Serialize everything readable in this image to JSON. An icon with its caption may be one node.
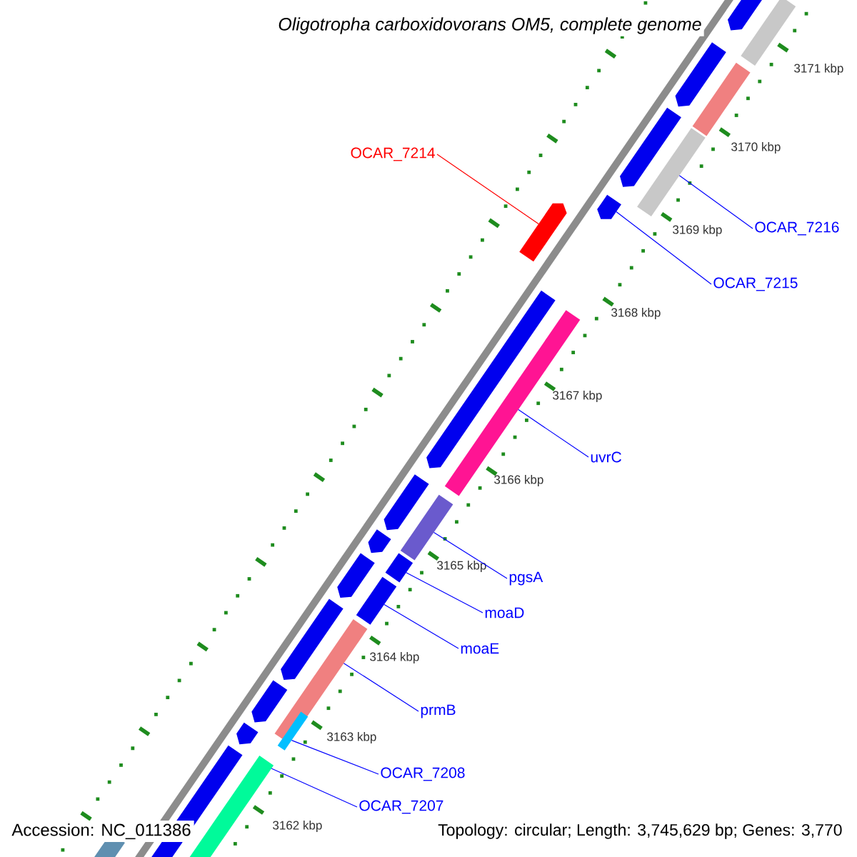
{
  "diagram": {
    "title": "Oligotropha carboxidovorans OM5, complete genome",
    "nodes": [
      {
        "text": [
          "OCAR_7214"
        ]
      },
      {
        "text": [],
        "shape": "arrow"
      },
      {
        "text": [
          "OCAR_7216"
        ]
      },
      {
        "text": [],
        "shape": "bar"
      },
      {
        "text": [
          "OCAR_7215"
        ]
      },
      {
        "text": [],
        "shape": "arrow"
      },
      {
        "text": [
          "uvrC"
        ]
      },
      {
        "text": [],
        "shape": "bar"
      },
      {
        "text": [
          "pgsA"
        ]
      },
      {
        "text": [],
        "shape": "bar"
      },
      {
        "text": [
          "moaD"
        ]
      },
      {
        "text": [],
        "shape": "bar"
      },
      {
        "text": [
          "moaE"
        ]
      },
      {
        "text": [],
        "shape": "bar"
      },
      {
        "text": [
          "prmB"
        ]
      },
      {
        "text": [],
        "shape": "bar"
      },
      {
        "text": [
          "OCAR_7208"
        ]
      },
      {
        "text": [],
        "shape": "bar"
      },
      {
        "text": [
          "OCAR_7207"
        ]
      },
      {
        "text": [],
        "shape": "bar"
      }
    ],
    "edges": [
      {
        "from": 0,
        "to": 1,
        "arrow": "none",
        "color": "#ff0000"
      },
      {
        "from": 2,
        "to": 3,
        "arrow": "none"
      },
      {
        "from": 4,
        "to": 5,
        "arrow": "none"
      },
      {
        "from": 6,
        "to": 7,
        "arrow": "none"
      },
      {
        "from": 8,
        "to": 9,
        "arrow": "none"
      },
      {
        "from": 10,
        "to": 11,
        "arrow": "none"
      },
      {
        "from": 12,
        "to": 13,
        "arrow": "none"
      },
      {
        "from": 14,
        "to": 15,
        "arrow": "none"
      },
      {
        "from": 16,
        "to": 17,
        "arrow": "none"
      },
      {
        "from": 18,
        "to": 19,
        "arrow": "none"
      }
    ],
    "labels": [
      "3171 kbp",
      "3170 kbp",
      "3169 kbp",
      "3168 kbp",
      "3167 kbp",
      "3166 kbp",
      "3165 kbp",
      "3164 kbp",
      "3163 kbp",
      "3162 kbp",
      "Accession: NC_011386",
      "Topology: circular; Length: 3,745,629 bp; Genes: 3,770"
    ]
  }
}
